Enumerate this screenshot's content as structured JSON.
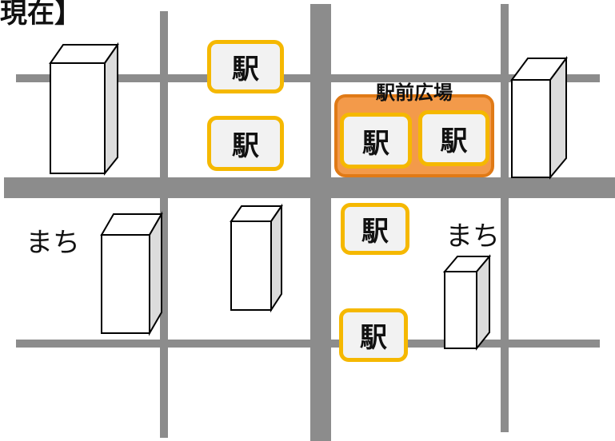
{
  "title": "現在】",
  "station_label": "駅",
  "plaza_label": "駅前広場",
  "town_label": "まち",
  "colors": {
    "road": "#8c8c8c",
    "station_border": "#f5b800",
    "station_fill": "#f2f2f2",
    "plaza_fill": "#f39a4a",
    "plaza_border": "#e07a16"
  }
}
